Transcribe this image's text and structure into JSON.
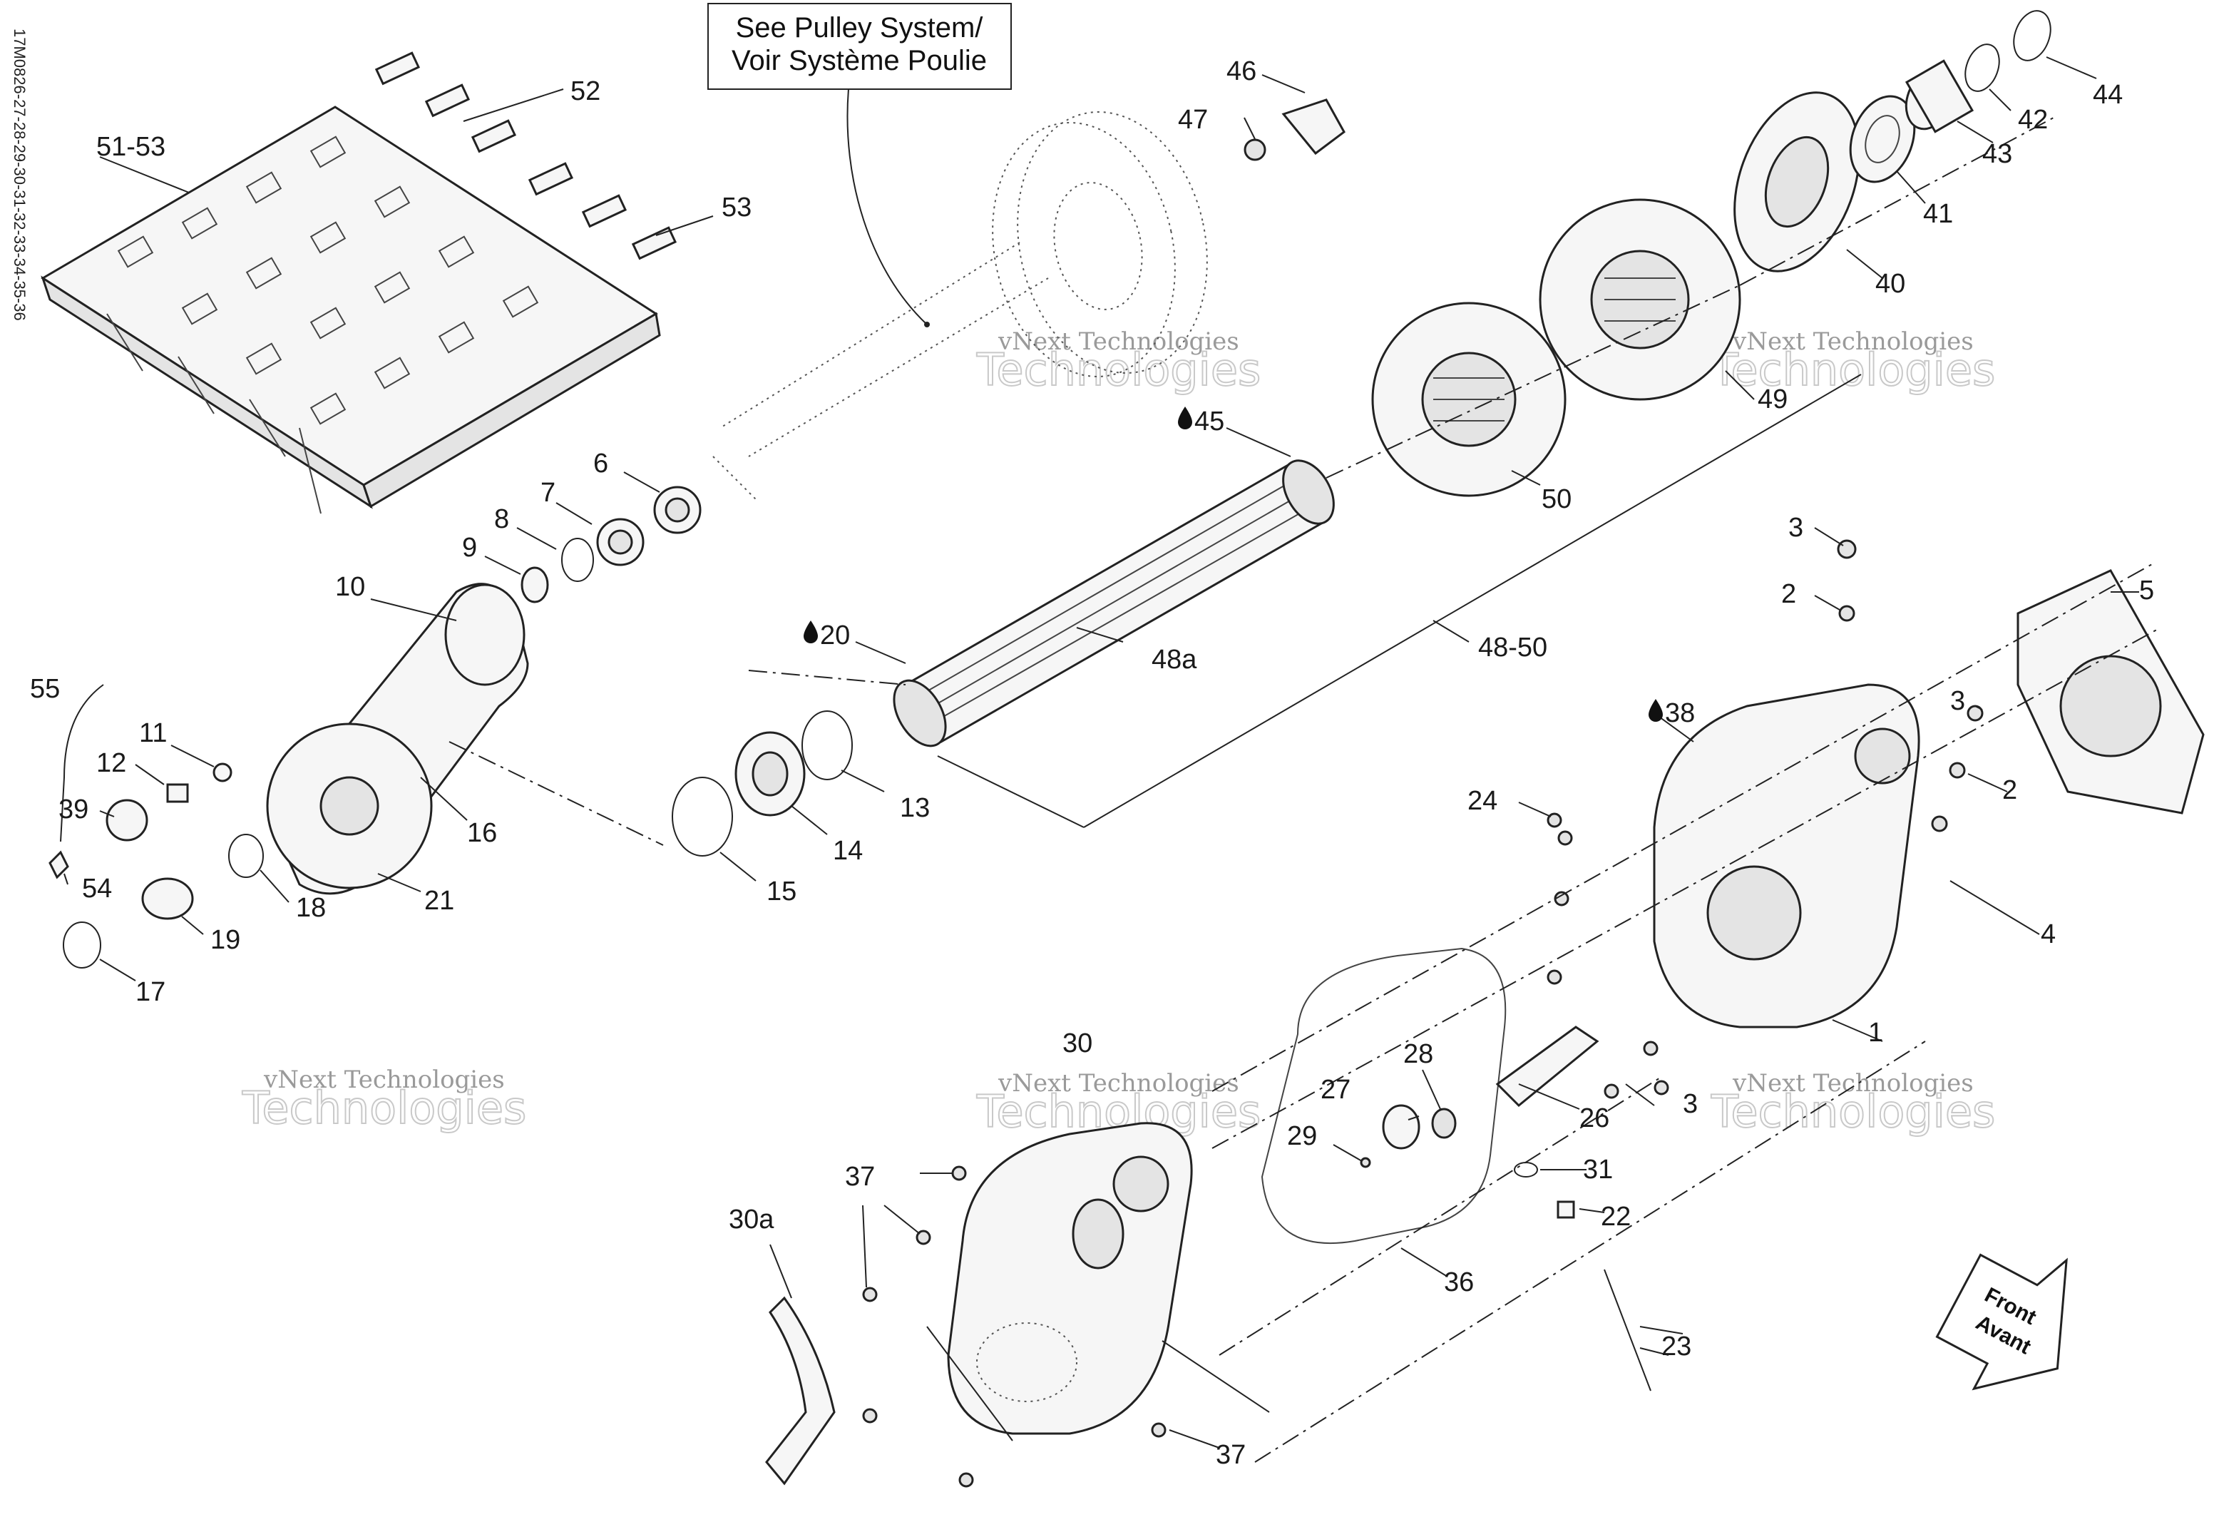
{
  "drawing_code": "17M0826-27-28-29-30-31-32-33-34-35-36",
  "callout": {
    "line1": "See Pulley System/",
    "line2": "Voir Système Poulie"
  },
  "front_arrow": {
    "line1": "Front",
    "line2": "Avant"
  },
  "watermark": {
    "line1": "vNext Technologies",
    "line2": "Technologies"
  },
  "labels": {
    "l51_53": "51-53",
    "l52": "52",
    "l53": "53",
    "l46": "46",
    "l47": "47",
    "l44": "44",
    "l42": "42",
    "l43": "43",
    "l41": "41",
    "l40": "40",
    "l49": "49",
    "l50": "50",
    "l45": "45",
    "l6": "6",
    "l7": "7",
    "l8": "8",
    "l9": "9",
    "l10": "10",
    "l55": "55",
    "l11": "11",
    "l12": "12",
    "l39": "39",
    "l54": "54",
    "l16": "16",
    "l18": "18",
    "l21": "21",
    "l19": "19",
    "l17": "17",
    "l20": "20",
    "l48a": "48a",
    "l13": "13",
    "l14": "14",
    "l15": "15",
    "l48_50": "48-50",
    "l3a": "3",
    "l2a": "2",
    "l5": "5",
    "l3b": "3",
    "l38": "38",
    "l2b": "2",
    "l24": "24",
    "l4": "4",
    "l1": "1",
    "l30": "30",
    "l28": "28",
    "l27": "27",
    "l26": "26",
    "l29": "29",
    "l31": "31",
    "l3c": "3",
    "l37a": "37",
    "l30a": "30a",
    "l22": "22",
    "l36": "36",
    "l23": "23",
    "l37b": "37"
  }
}
